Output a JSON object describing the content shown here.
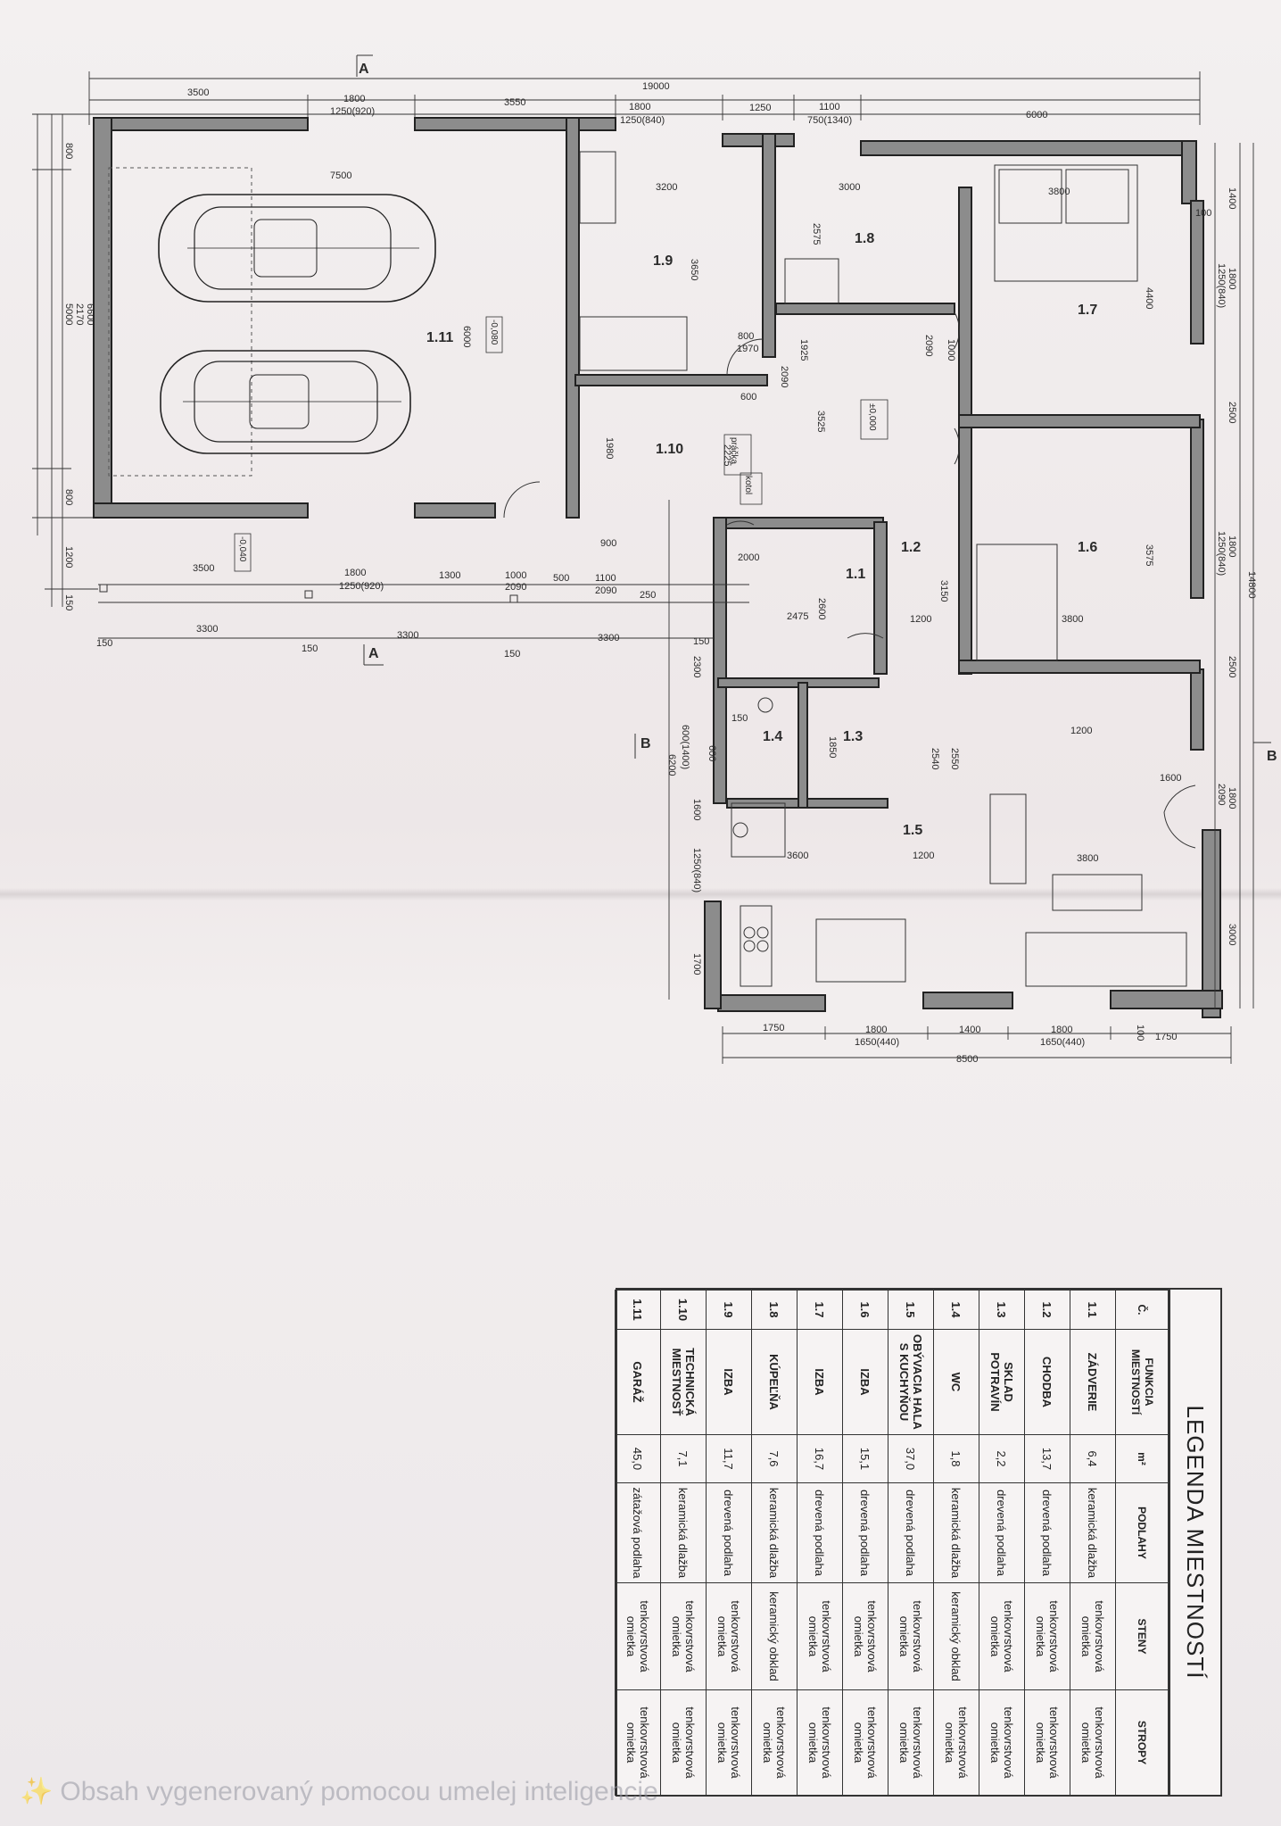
{
  "plan": {
    "section_marks": {
      "a_top": "A",
      "a_bottom": "A",
      "b_left": "B",
      "b_right": "B"
    },
    "rooms": [
      {
        "id": "1.1"
      },
      {
        "id": "1.2"
      },
      {
        "id": "1.3"
      },
      {
        "id": "1.4"
      },
      {
        "id": "1.5"
      },
      {
        "id": "1.6"
      },
      {
        "id": "1.7"
      },
      {
        "id": "1.8"
      },
      {
        "id": "1.9"
      },
      {
        "id": "1.10"
      },
      {
        "id": "1.11"
      }
    ],
    "levels": {
      "main": "±0,000",
      "garage": "-0,080",
      "outside": "-0,040"
    },
    "fixtures": {
      "washer": "práčka",
      "boiler": "kotol"
    },
    "dims": {
      "top_3500": "3500",
      "top_1800": "1800",
      "top_1250_920": "1250(920)",
      "top_3550": "3550",
      "top_19000": "19000",
      "top_1800b": "1800",
      "top_1250_840": "1250(840)",
      "top_1250": "1250",
      "top_1100": "1100",
      "top_750_1340": "750(1340)",
      "top_6000": "6000",
      "left_800": "800",
      "left_5000": "5000",
      "left_2170": "2170",
      "left_6600": "6600",
      "left_800b": "800",
      "left_1200": "1200",
      "left_150": "150",
      "g_7500": "7500",
      "g_6000": "6000",
      "r19_3200": "3200",
      "r19_3650": "3650",
      "r18_3000": "3000",
      "r18_2575": "2575",
      "r17_3800": "3800",
      "r17_4400": "4400",
      "r16_3800": "3800",
      "r16_3575": "3575",
      "h_3525": "3525",
      "h_1925": "1925",
      "h_2090": "2090",
      "h_2225": "2225",
      "h_1980": "1980",
      "h_3150": "3150",
      "h_2475": "2475",
      "h_2600": "2600",
      "h_1200": "1200",
      "h_1200b": "1200",
      "h_2550": "2550",
      "h_2540": "2540",
      "h_3800": "3800",
      "h_3600": "3600",
      "d_800": "800",
      "d_1970": "1970",
      "d_2000": "2000",
      "d_600": "600",
      "d_1000": "1000",
      "d_2090": "2090",
      "d_900": "900",
      "d_1600": "1600",
      "b_3500": "3500",
      "b_1800": "1800",
      "b_1250_920": "1250(920)",
      "b_1300": "1300",
      "b_1000": "1000",
      "b_2090": "2090",
      "b_500": "500",
      "b_1100": "1100",
      "b_2090b": "2090",
      "b_250": "250",
      "b_3300": "3300",
      "b_3300b": "3300",
      "b_3300c": "3300",
      "b_150": "150",
      "b_150b": "150",
      "b_150c": "150",
      "b_150d": "150",
      "r_2300": "2300",
      "r_600_1400": "600(1400)",
      "r_6200": "6200",
      "r_1600": "1600",
      "r_1250_840": "1250(840)",
      "r_1700": "1700",
      "bot_1750": "1750",
      "bot_1800": "1800",
      "bot_1650_440": "1650(440)",
      "bot_1400": "1400",
      "bot_1800b": "1800",
      "bot_1650_440b": "1650(440)",
      "bot_1750b": "1750",
      "bot_8500": "8500",
      "bot_100": "100",
      "right_1400": "1400",
      "right_1800": "1800",
      "right_1250_840": "1250(840)",
      "right_2500": "2500",
      "right_14800": "14800",
      "right_1800b": "1800",
      "right_1250_840b": "1250(840)",
      "right_2500b": "2500",
      "right_1800c": "1800",
      "right_2090": "2090",
      "right_3000": "3000",
      "right_100": "100",
      "s_1200": "1200",
      "s_1850": "1850",
      "s_150": "150",
      "s_600": "600"
    }
  },
  "legend": {
    "title": "LEGENDA MIESTNOSTÍ",
    "headers": [
      "Č.",
      "FUNKCIA MIESTNOSTÍ",
      "m²",
      "PODLAHY",
      "STENY",
      "STROPY"
    ],
    "rows": [
      [
        "1.1",
        "ZÁDVERIE",
        "6,4",
        "keramická dlažba",
        "tenkovrstvová omietka",
        "tenkovrstvová omietka"
      ],
      [
        "1.2",
        "CHODBA",
        "13,7",
        "drevená podlaha",
        "tenkovrstvová omietka",
        "tenkovrstvová omietka"
      ],
      [
        "1.3",
        "SKLAD POTRAVÍN",
        "2,2",
        "drevená podlaha",
        "tenkovrstvová omietka",
        "tenkovrstvová omietka"
      ],
      [
        "1.4",
        "WC",
        "1,8",
        "keramická dlažba",
        "keramický obklad",
        "tenkovrstvová omietka"
      ],
      [
        "1.5",
        "OBÝVACIA HALA S KUCHYŇOU",
        "37,0",
        "drevená podlaha",
        "tenkovrstvová omietka",
        "tenkovrstvová omietka"
      ],
      [
        "1.6",
        "IZBA",
        "15,1",
        "drevená podlaha",
        "tenkovrstvová omietka",
        "tenkovrstvová omietka"
      ],
      [
        "1.7",
        "IZBA",
        "16,7",
        "drevená podlaha",
        "tenkovrstvová omietka",
        "tenkovrstvová omietka"
      ],
      [
        "1.8",
        "KÚPEĽŇA",
        "7,6",
        "keramická dlažba",
        "keramický obklad",
        "tenkovrstvová omietka"
      ],
      [
        "1.9",
        "IZBA",
        "11,7",
        "drevená podlaha",
        "tenkovrstvová omietka",
        "tenkovrstvová omietka"
      ],
      [
        "1.10",
        "TECHNICKÁ MIESTNOSŤ",
        "7,1",
        "keramická dlažba",
        "tenkovrstvová omietka",
        "tenkovrstvová omietka"
      ],
      [
        "1.11",
        "GARÁŽ",
        "45,0",
        "zátažová podlaha",
        "tenkovrstvová omietka",
        "tenkovrstvová omietka"
      ]
    ]
  },
  "watermark": "Obsah vygenerovaný pomocou umelej inteligencie"
}
